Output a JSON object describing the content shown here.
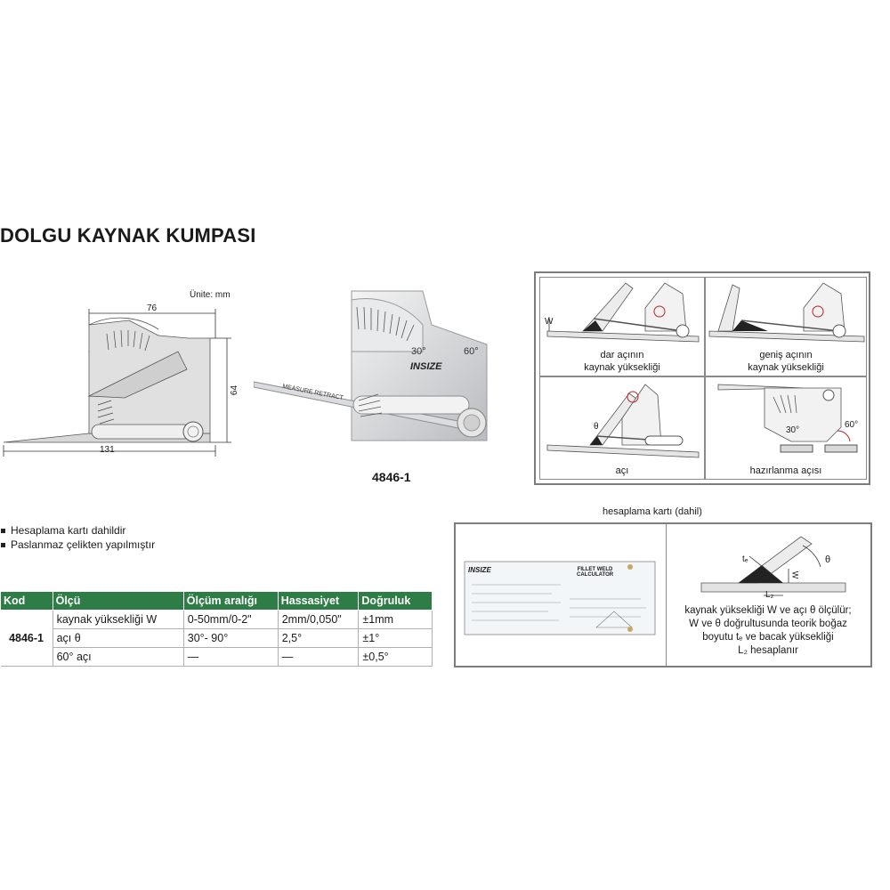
{
  "title": "DOLGU KAYNAK KUMPASI",
  "drawing": {
    "unit_label": "Ünite: mm",
    "dim_top": "76",
    "dim_side": "64",
    "dim_bottom": "131"
  },
  "photo": {
    "brand": "INSIZE",
    "arm_text": "MEASURE RETRACT",
    "angle_30": "30°",
    "angle_60": "60°",
    "code_label": "4846-1"
  },
  "usage_panels": [
    {
      "caption_line1": "dar açının",
      "caption_line2": "kaynak yüksekliği"
    },
    {
      "caption_line1": "geniş açının",
      "caption_line2": "kaynak yüksekliği"
    },
    {
      "caption_line1": "açı",
      "caption_line2": ""
    },
    {
      "caption_line1": "hazırlanma açısı",
      "caption_line2": ""
    }
  ],
  "usage_labels": {
    "w": "W",
    "theta": "θ",
    "a30": "30°",
    "a60": "60°"
  },
  "features": [
    "Hesaplama kartı dahildir",
    "Paslanmaz çelikten yapılmıştır"
  ],
  "table": {
    "headers": [
      "Kod",
      "Ölçü",
      "Ölçüm aralığı",
      "Hassasiyet",
      "Doğruluk"
    ],
    "code": "4846-1",
    "rows": [
      {
        "olcu": "kaynak yüksekliği W",
        "aralik": "0-50mm/0-2\"",
        "hassasiyet": "2mm/0,050\"",
        "dogruluk": "±1mm"
      },
      {
        "olcu": "açı θ",
        "aralik": "30°- 90°",
        "hassasiyet": "2,5°",
        "dogruluk": "±1°"
      },
      {
        "olcu": "60° açı",
        "aralik": "—",
        "hassasiyet": "—",
        "dogruluk": "±0,5°"
      }
    ]
  },
  "card": {
    "caption": "hesaplama kartı (dahil)",
    "brand": "INSIZE",
    "card_title_1": "FILLET WELD",
    "card_title_2": "CALCULATOR",
    "theta": "θ",
    "w": "W",
    "te": "tₑ",
    "l2": "L₂",
    "note_line1": "kaynak yüksekliği W ve açı θ ölçülür;",
    "note_line2": "W ve θ doğrultusunda teorik boğaz",
    "note_line3": "boyutu tₑ ve bacak yüksekliği",
    "note_line4": "L₂ hesaplanır"
  }
}
